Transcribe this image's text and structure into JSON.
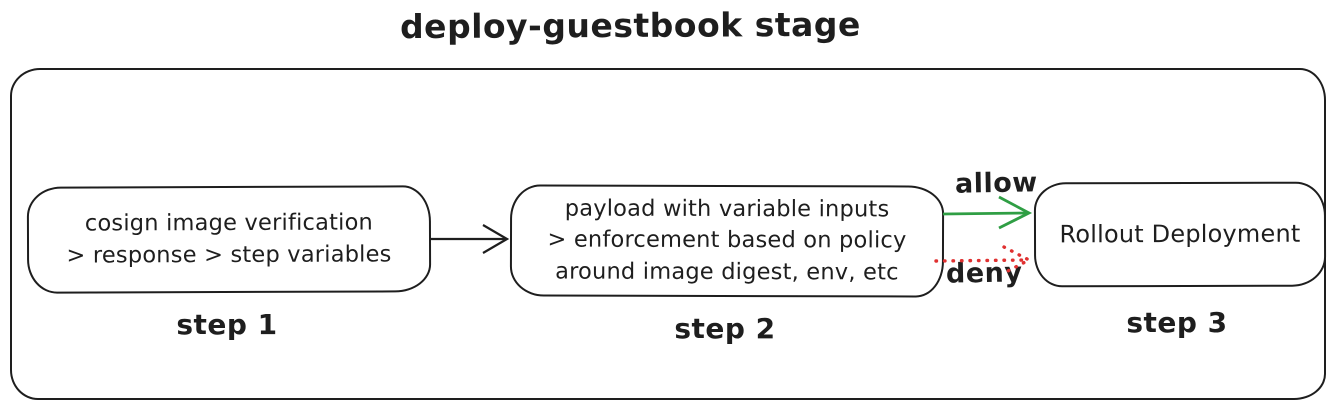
{
  "diagram": {
    "title": "deploy-guestbook stage",
    "colors": {
      "stroke": "#1e1e1e",
      "allow_green": "#2f9e44",
      "deny_red": "#e03131",
      "background": "#ffffff"
    },
    "steps": [
      {
        "id": "step-1",
        "label": "step 1",
        "lines": [
          "cosign image verification",
          "> response > step variables"
        ]
      },
      {
        "id": "step-2",
        "label": "step 2",
        "lines": [
          "payload with variable inputs",
          "> enforcement based on policy",
          "around image digest, env, etc"
        ]
      },
      {
        "id": "step-3",
        "label": "step 3",
        "lines": [
          "Rollout Deployment"
        ]
      }
    ],
    "arrows": [
      {
        "from": "step-1",
        "to": "step-2",
        "label": "",
        "style": "solid",
        "color": "#1e1e1e"
      },
      {
        "from": "step-2",
        "to": "step-3",
        "label": "allow",
        "style": "solid",
        "color": "#2f9e44"
      },
      {
        "from": "step-2",
        "to": "step-3",
        "label": "deny",
        "style": "dotted",
        "color": "#e03131"
      }
    ]
  }
}
